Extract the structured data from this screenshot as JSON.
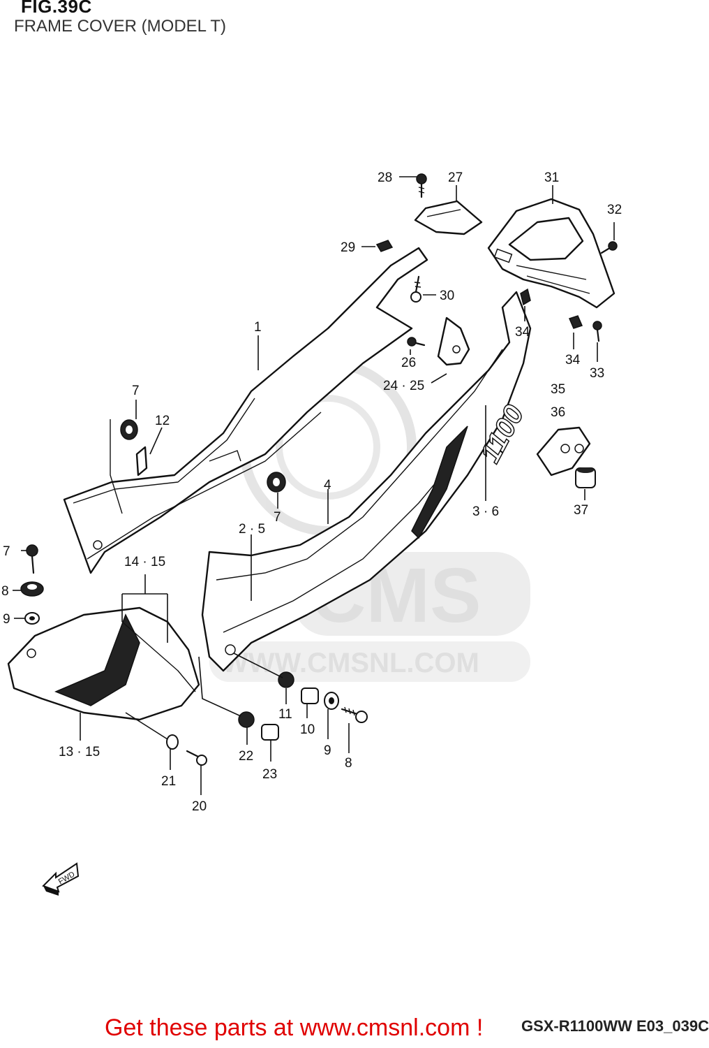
{
  "figure": {
    "number": "FIG.39C",
    "caption": "FRAME COVER (MODEL T)"
  },
  "model_code": "GSX-R1100WW  E03_039C",
  "watermark": {
    "brand": "CMS",
    "url": "WWW.CMSNL.COM"
  },
  "fwd_arrow_label": "FWD",
  "decal_text": "1100",
  "footer_cta": "Get these parts at www.cmsnl.com !",
  "part_labels": [
    {
      "id": "p28",
      "text": "28"
    },
    {
      "id": "p27",
      "text": "27"
    },
    {
      "id": "p31",
      "text": "31"
    },
    {
      "id": "p32",
      "text": "32"
    },
    {
      "id": "p29",
      "text": "29"
    },
    {
      "id": "p30",
      "text": "30"
    },
    {
      "id": "p34a",
      "text": "34"
    },
    {
      "id": "p34b",
      "text": "34"
    },
    {
      "id": "p33",
      "text": "33"
    },
    {
      "id": "p1",
      "text": "1"
    },
    {
      "id": "p26",
      "text": "26"
    },
    {
      "id": "p2425",
      "text": "24 · 25"
    },
    {
      "id": "p3536a",
      "text": "35"
    },
    {
      "id": "p3536b",
      "text": "36"
    },
    {
      "id": "p7a",
      "text": "7"
    },
    {
      "id": "p12",
      "text": "12"
    },
    {
      "id": "p4",
      "text": "4"
    },
    {
      "id": "p7b",
      "text": "7"
    },
    {
      "id": "p36",
      "text": "3 · 6"
    },
    {
      "id": "p37",
      "text": "37"
    },
    {
      "id": "p25b",
      "text": "2 · 5"
    },
    {
      "id": "p17",
      "text": "7"
    },
    {
      "id": "p1415",
      "text": "14 · 15"
    },
    {
      "id": "p18",
      "text": "8"
    },
    {
      "id": "p19",
      "text": "9"
    },
    {
      "id": "p11",
      "text": "11"
    },
    {
      "id": "p10",
      "text": "10"
    },
    {
      "id": "p9",
      "text": "9"
    },
    {
      "id": "p8",
      "text": "8"
    },
    {
      "id": "p22",
      "text": "22"
    },
    {
      "id": "p23",
      "text": "23"
    },
    {
      "id": "p1315",
      "text": "13 · 15"
    },
    {
      "id": "p21",
      "text": "21"
    },
    {
      "id": "p20",
      "text": "20"
    }
  ]
}
